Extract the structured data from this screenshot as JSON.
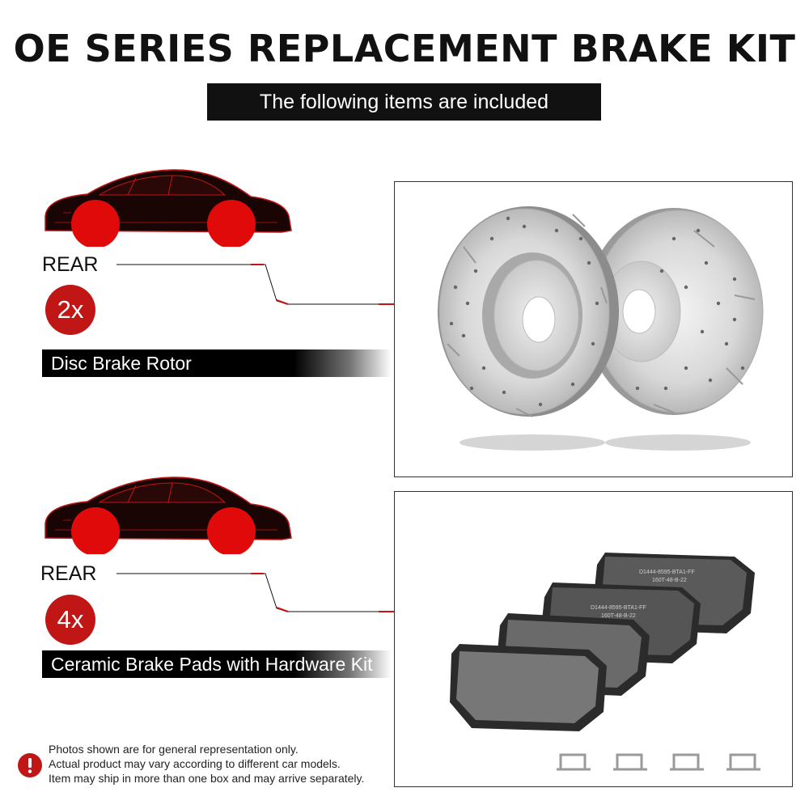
{
  "header": {
    "title": "OE SERIES REPLACEMENT BRAKE KIT",
    "subtitle": "The following items are included"
  },
  "items": [
    {
      "position": "REAR",
      "quantity": "2x",
      "name": "Disc Brake Rotor"
    },
    {
      "position": "REAR",
      "quantity": "4x",
      "name": "Ceramic Brake Pads with Hardware Kit"
    }
  ],
  "pads": {
    "labels": [
      "D1444-8595-BTA1-FF",
      "D1444-8595-BTA1-FF"
    ],
    "sublabels": [
      "160T-48-B-22",
      "160T-48-B-22"
    ]
  },
  "notice": {
    "icon": "exclamation-icon",
    "lines": [
      "Photos shown are for general representation only.",
      "Actual product may vary according to different car models.",
      "Item may ship in more than one box and may arrive separately."
    ]
  },
  "colors": {
    "accent": "#c01616",
    "bar": "#000000",
    "text": "#111111"
  }
}
